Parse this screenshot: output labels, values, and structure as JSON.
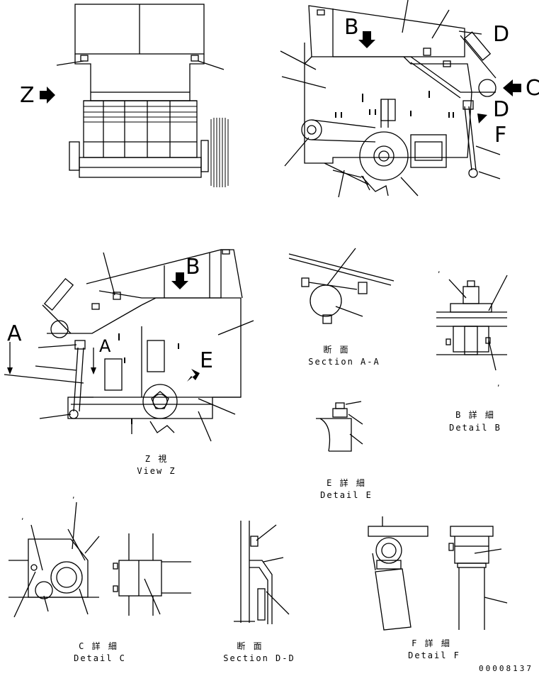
{
  "markers": {
    "z": "Z",
    "b_top": "B",
    "d_top": "D",
    "c_right": "C",
    "d_right": "D",
    "f_right": "F",
    "b_mid": "B",
    "a_left": "A",
    "a_mid": "A",
    "e_mid": "E",
    "comma": ","
  },
  "captions": {
    "section_aa_jp": "断 面",
    "section_aa_en": "Section A-A",
    "view_z_jp": "Z 視",
    "view_z_en": "View Z",
    "detail_b_jp": "B 詳 細",
    "detail_b_en": "Detail B",
    "detail_e_jp": "E 詳 細",
    "detail_e_en": "Detail E",
    "detail_c_jp": "C 詳 細",
    "detail_c_en": "Detail C",
    "section_dd_jp": "断 面",
    "section_dd_en": "Section D-D",
    "detail_f_jp": "F 詳 細",
    "detail_f_en": "Detail F"
  },
  "document_number": "00008137"
}
